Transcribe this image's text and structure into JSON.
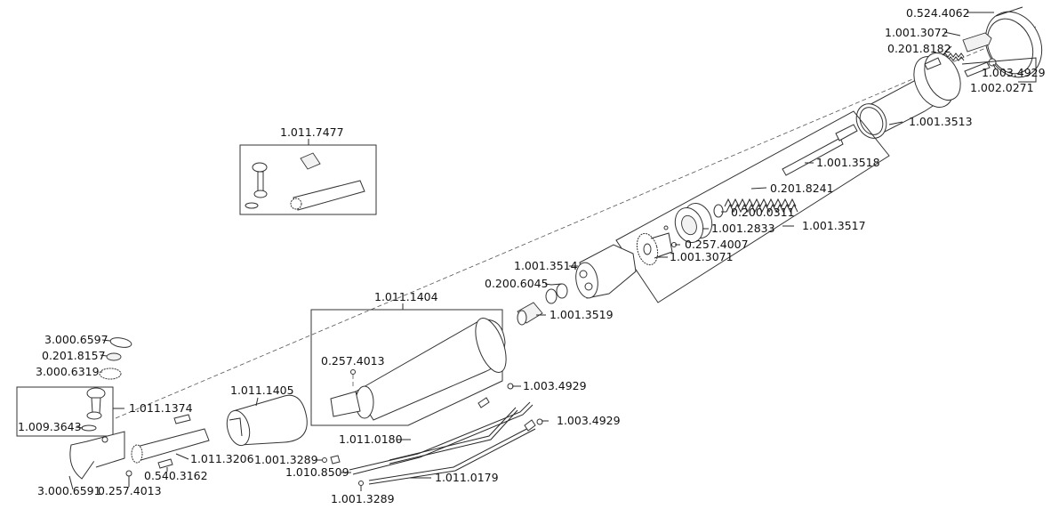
{
  "diagram": {
    "type": "exploded-parts-view",
    "callouts": {
      "c0524_4062": "0.524.4062",
      "c1001_3072": "1.001.3072",
      "c0201_8182": "0.201.8182",
      "c1003_4929_top": "1.003.4929",
      "c1002_0271": "1.002.0271",
      "c1001_3513": "1.001.3513",
      "c1001_3518": "1.001.3518",
      "c0201_8241": "0.201.8241",
      "c0200_0311": "0.200.0311",
      "c1001_2833": "1.001.2833",
      "c1001_3517": "1.001.3517",
      "c0257_4007": "0.257.4007",
      "c1001_3071": "1.001.3071",
      "c1001_3514": "1.001.3514",
      "c0200_6045": "0.200.6045",
      "c1001_3519": "1.001.3519",
      "c1011_7477": "1.011.7477",
      "c1011_1404": "1.011.1404",
      "c0257_4013_mid": "0.257.4013",
      "c1003_4929_a": "1.003.4929",
      "c1003_4929_b": "1.003.4929",
      "c1011_0180": "1.011.0180",
      "c1001_3289_a": "1.001.3289",
      "c1010_8509": "1.010.8509",
      "c1011_0179": "1.011.0179",
      "c1001_3289_b": "1.001.3289",
      "c1011_1405": "1.011.1405",
      "c3000_6597": "3.000.6597",
      "c0201_8157": "0.201.8157",
      "c3000_6319": "3.000.6319",
      "c1011_1374": "1.011.1374",
      "c1009_3643": "1.009.3643",
      "c1011_3206": "1.011.3206",
      "c0540_3162": "0.540.3162",
      "c3000_6591": "3.000.6591",
      "c0257_4013_bot": "0.257.4013"
    }
  }
}
